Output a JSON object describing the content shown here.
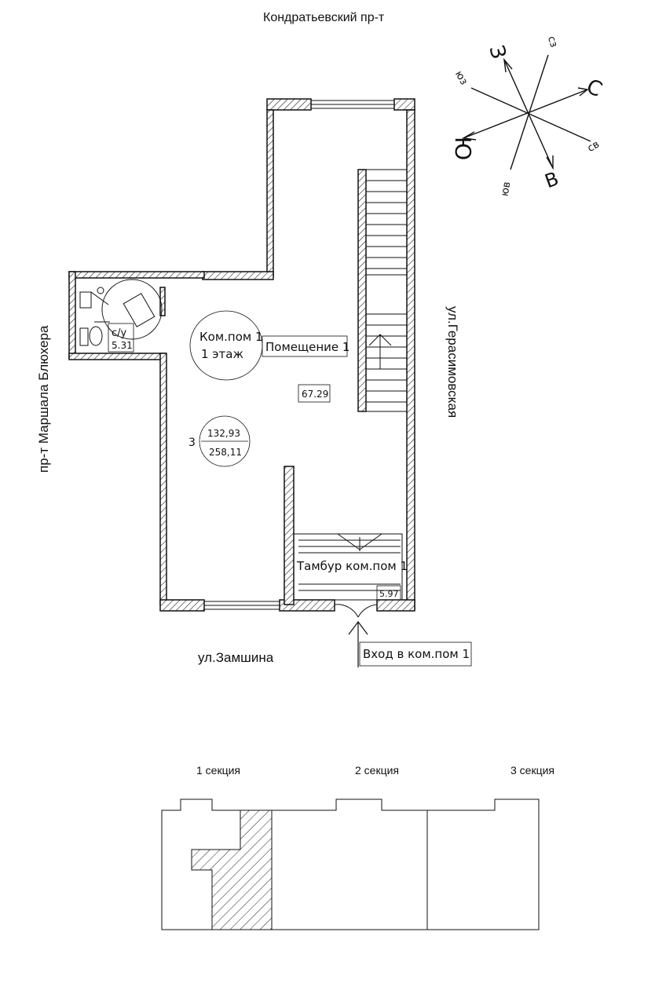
{
  "streets": {
    "north": "Кондратьевский пр-т",
    "west": "пр-т Маршала Блюхера",
    "east": "ул.Герасимовская",
    "south": "ул.Замшина"
  },
  "compass": {
    "n": "С",
    "s": "Ю",
    "e": "В",
    "w": "З",
    "ne": "св",
    "nw": "сз",
    "se": "юв",
    "sw": "юз"
  },
  "rooms": {
    "wc_label": "с/у",
    "wc_area": "5.31",
    "premise_tag": "Ком.пом 1",
    "floor_tag": "1 этаж",
    "main_label": "Помещение 1",
    "main_area": "67.29",
    "vestibule_label": "Тамбур ком.пом 1",
    "vestibule_area": "5.97"
  },
  "summary": {
    "index": "3",
    "area_top": "132,93",
    "area_bottom": "258,11"
  },
  "entrance": {
    "label": "Вход в ком.пом 1"
  },
  "sections": {
    "s1": "1 секция",
    "s2": "2 секция",
    "s3": "3 секция"
  }
}
